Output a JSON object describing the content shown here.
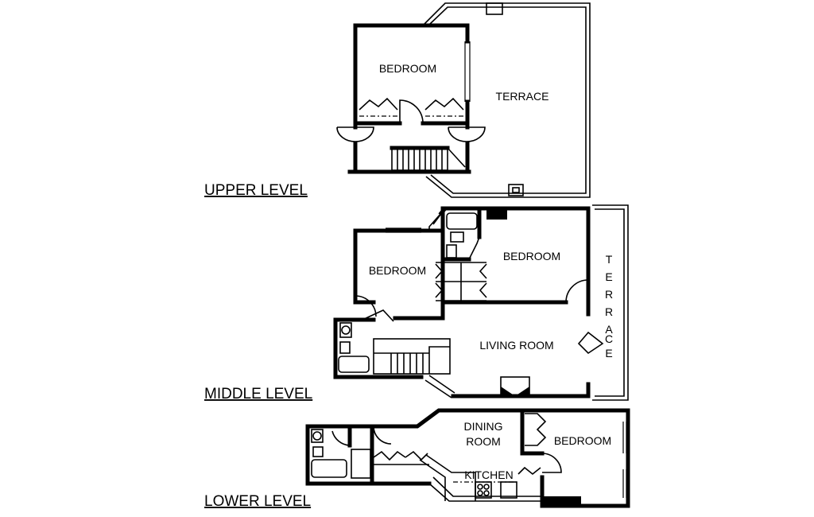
{
  "levels": {
    "upper": "UPPER LEVEL",
    "middle": "MIDDLE LEVEL",
    "lower": "LOWER LEVEL"
  },
  "rooms": {
    "upper_bedroom": "BEDROOM",
    "upper_terrace": "TERRACE",
    "middle_bedroom_left": "BEDROOM",
    "middle_bedroom_right": "BEDROOM",
    "middle_living": "LIVING ROOM",
    "middle_terrace": [
      "T",
      "E",
      "R",
      "R",
      "A",
      "C",
      "E"
    ],
    "lower_dining_line1": "DINING",
    "lower_dining_line2": "ROOM",
    "lower_bedroom": "BEDROOM",
    "lower_kitchen": "KITCHEN"
  }
}
